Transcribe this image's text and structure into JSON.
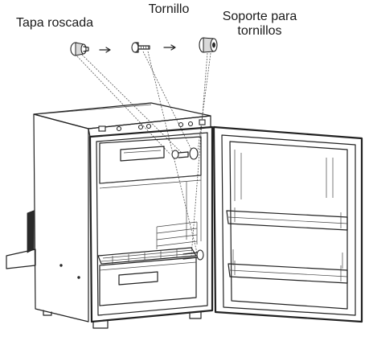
{
  "labels": {
    "cap": "Tapa roscada",
    "screw": "Tornillo",
    "holder_line1": "Soporte para",
    "holder_line2": "tornillos"
  }
}
